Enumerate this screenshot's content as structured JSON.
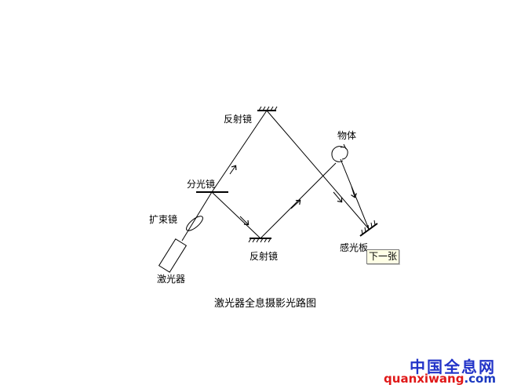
{
  "labels": {
    "mirror_top": "反射镜",
    "beam_splitter": "分光镜",
    "beam_expander": "扩束镜",
    "laser": "激光器",
    "mirror_bottom": "反射镜",
    "object": "物体",
    "photo_plate": "感光板"
  },
  "caption": "激光器全息摄影光路图",
  "next_button": "下一张",
  "watermark": {
    "site_name": "中国全息网",
    "url_part1": "quanxiwang",
    "url_part2": ".com",
    "color_site": "#2233c8",
    "color_url1": "#e01818",
    "color_url2": "#1a38c0"
  }
}
